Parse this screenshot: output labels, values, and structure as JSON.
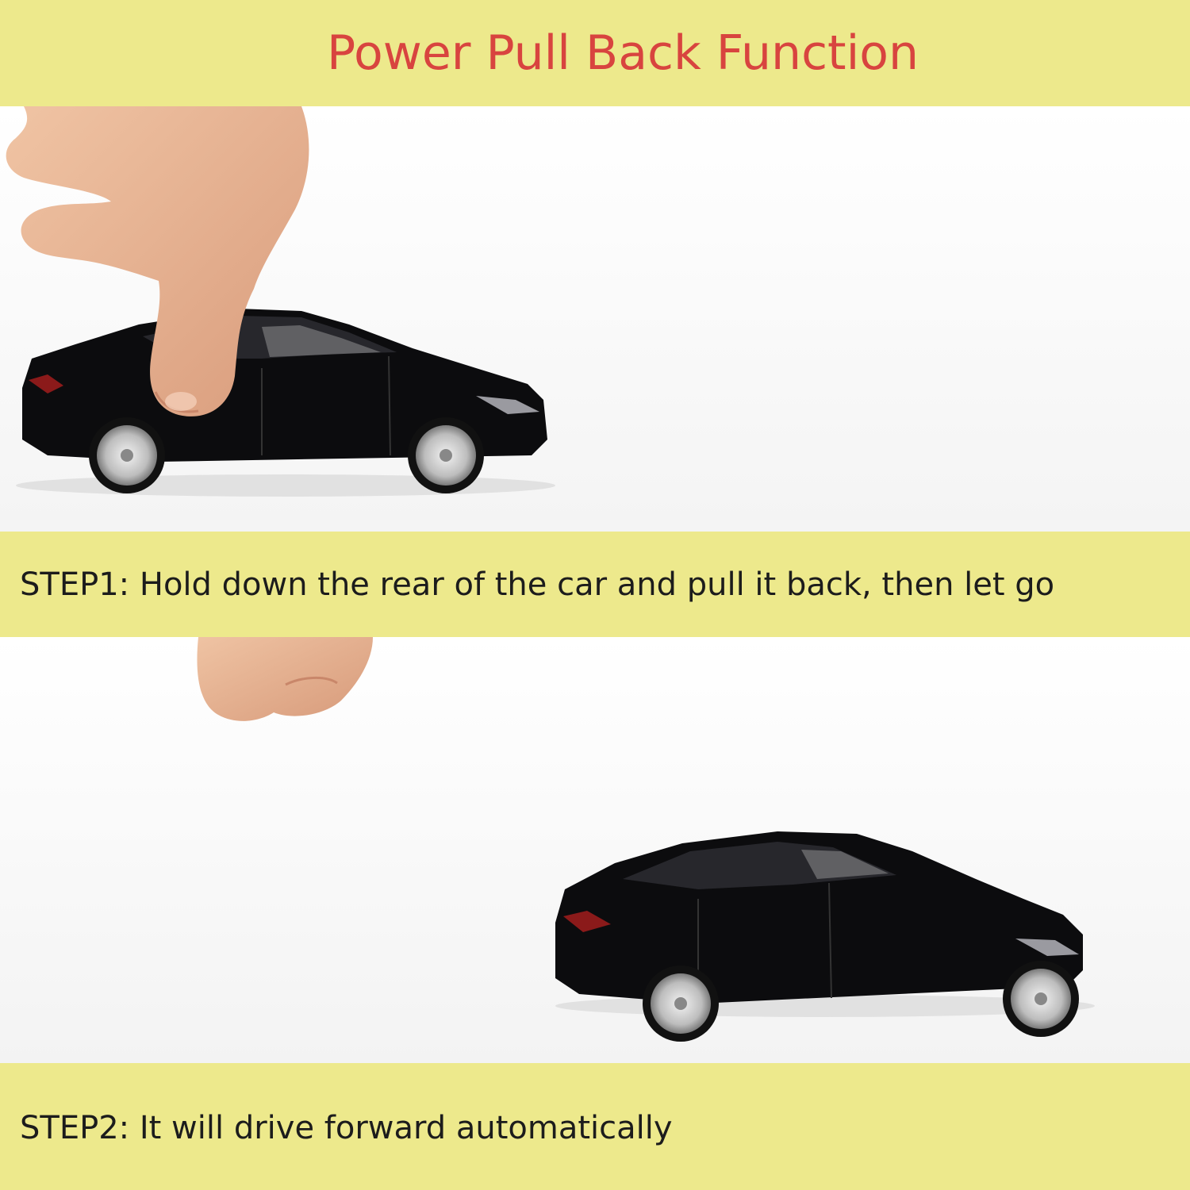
{
  "title": "Power Pull Back Function",
  "steps": [
    {
      "text": "STEP1: Hold down the rear of the car and pull it back, then let go"
    },
    {
      "text": "STEP2: It will drive forward automatically"
    }
  ],
  "colors": {
    "band": "#ede98c",
    "title": "#d8443f",
    "step_text": "#1c1c1c",
    "car_body": "#0c0c0e",
    "skin": "#e8b796"
  }
}
